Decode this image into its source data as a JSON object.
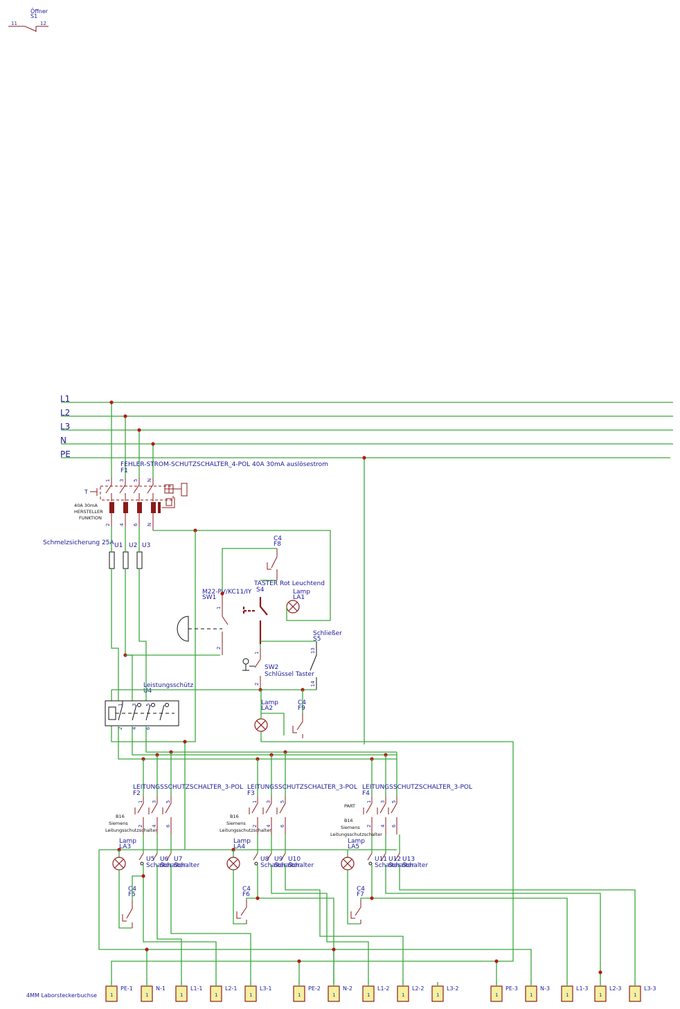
{
  "title_block": {
    "symbol_name": "Öffner",
    "ref": "S1",
    "pin_a": "11",
    "pin_b": "12"
  },
  "bus": {
    "l1": "L1",
    "l2": "L2",
    "l3": "L3",
    "n": "N",
    "pe": "PE"
  },
  "rcd": {
    "title": "FEHLER-STROM-SCHUTZSCHALTER_4-POL 40A 30mA auslösestrom",
    "ref": "F1",
    "rating": "40A 30mA",
    "note1": "HERSTELLER",
    "note2": "FUNKTION",
    "test": "T",
    "pins_top": [
      "1",
      "3",
      "5",
      "N"
    ],
    "pins_bottom": [
      "2",
      "4",
      "6",
      "N"
    ]
  },
  "fuses": {
    "label": "Schmelzsicherung 25A",
    "refs": [
      "U1",
      "U2",
      "U3"
    ]
  },
  "estop": {
    "part": "M22-PV/KC11/IY",
    "ref": "SW1",
    "pin1": "1",
    "pin2": "2"
  },
  "taster": {
    "part": "TASTER Rot Leuchtend",
    "ref": "S4"
  },
  "lamp1": {
    "part": "Lamp",
    "ref": "LA1"
  },
  "c4_f8": {
    "part": "C4",
    "ref": "F8"
  },
  "key": {
    "ref": "SW2",
    "part": "Schlüssel Taster",
    "pin1": "1",
    "pin2": "2"
  },
  "no_contact": {
    "part": "Schließer",
    "ref": "S5",
    "pin13": "13",
    "pin14": "14"
  },
  "contactor": {
    "part": "Leistungsschütz",
    "ref": "U4",
    "pins_top": [
      "1",
      "3",
      "5"
    ],
    "pins_bottom": [
      "2",
      "4",
      "6"
    ]
  },
  "lamp2": {
    "part": "Lamp",
    "ref": "LA2"
  },
  "c4_f9": {
    "part": "C4",
    "ref": "F9"
  },
  "mcb": {
    "title": "LEITUNGSSCHUTZSCHALTER_3-POL",
    "refs": [
      "F2",
      "F3",
      "F4"
    ],
    "b16": "B16",
    "maker": "Siemens",
    "type": "Leitungsschutzschalter",
    "part": "PART",
    "pins_top": [
      "1",
      "3",
      "5"
    ],
    "pins_bottom": [
      "2",
      "4",
      "6"
    ]
  },
  "groups": [
    {
      "lamp": "Lamp",
      "lamp_ref": "LA3",
      "c4": "C4",
      "f": "F5",
      "switches": [
        "U5",
        "U6",
        "U7"
      ],
      "sw_label": "Schalter"
    },
    {
      "lamp": "Lamp",
      "lamp_ref": "LA4",
      "c4": "C4",
      "f": "F6",
      "switches": [
        "U8",
        "U9",
        "U10"
      ],
      "sw_label": "Schalter"
    },
    {
      "lamp": "Lamp",
      "lamp_ref": "LA5",
      "c4": "C4",
      "f": "F7",
      "switches": [
        "U11",
        "U12",
        "U13"
      ],
      "sw_label": "Schalter"
    }
  ],
  "sockets": {
    "label": "4MM Laborsteckerbuchse",
    "pin": "1",
    "names": [
      "PE-1",
      "N-1",
      "L1-1",
      "L2-1",
      "L3-1",
      "PE-2",
      "N-2",
      "L1-2",
      "L2-2",
      "L3-2",
      "PE-3",
      "N-3",
      "L1-3",
      "L2-3",
      "L3-3"
    ]
  },
  "colors": {
    "wire": "#3aa83a",
    "component": "#8b1a1a",
    "text": "#1a1a9a",
    "junction": "#b31b1b",
    "socket_fill": "#f5f0a0"
  }
}
